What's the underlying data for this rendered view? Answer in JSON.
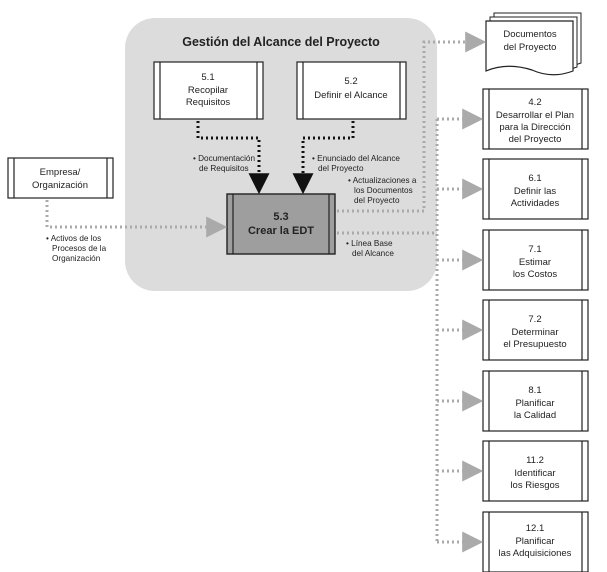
{
  "group": {
    "title": "Gestión del Alcance del Proyecto"
  },
  "process_5_1": {
    "number": "5.1",
    "line1": "Recopilar",
    "line2": "Requisitos"
  },
  "process_5_2": {
    "number": "5.2",
    "line1": "Definir el Alcance"
  },
  "process_5_3": {
    "number": "5.3",
    "line1": "Crear la EDT"
  },
  "external": {
    "line1": "Empresa/",
    "line2": "Organización"
  },
  "document": {
    "line1": "Documentos",
    "line2": "del Proyecto"
  },
  "inputs": {
    "requisitos": {
      "line1": "• Documentación",
      "line2": "de Requisitos"
    },
    "enunciado": {
      "line1": "• Enunciado del Alcance",
      "line2": "del Proyecto"
    },
    "activos": {
      "line1": "• Activos de los",
      "line2": "Procesos de la",
      "line3": "Organización"
    }
  },
  "outputs": {
    "actualizaciones": {
      "line1": "• Actualizaciones a",
      "line2": "los Documentos",
      "line3": "del Proyecto"
    },
    "linea_base": {
      "line1": "• Línea Base",
      "line2": "del Alcance"
    }
  },
  "targets": [
    {
      "number": "4.2",
      "line1": "Desarrollar el Plan",
      "line2": "para la Dirección",
      "line3": "del Proyecto"
    },
    {
      "number": "6.1",
      "line1": "Definir las",
      "line2": "Actividades"
    },
    {
      "number": "7.1",
      "line1": "Estimar",
      "line2": "los Costos"
    },
    {
      "number": "7.2",
      "line1": "Determinar",
      "line2": "el Presupuesto"
    },
    {
      "number": "8.1",
      "line1": "Planificar",
      "line2": "la Calidad"
    },
    {
      "number": "11.2",
      "line1": "Identificar",
      "line2": "los Riesgos"
    },
    {
      "number": "12.1",
      "line1": "Planificar",
      "line2": "las Adquisiciones"
    }
  ]
}
